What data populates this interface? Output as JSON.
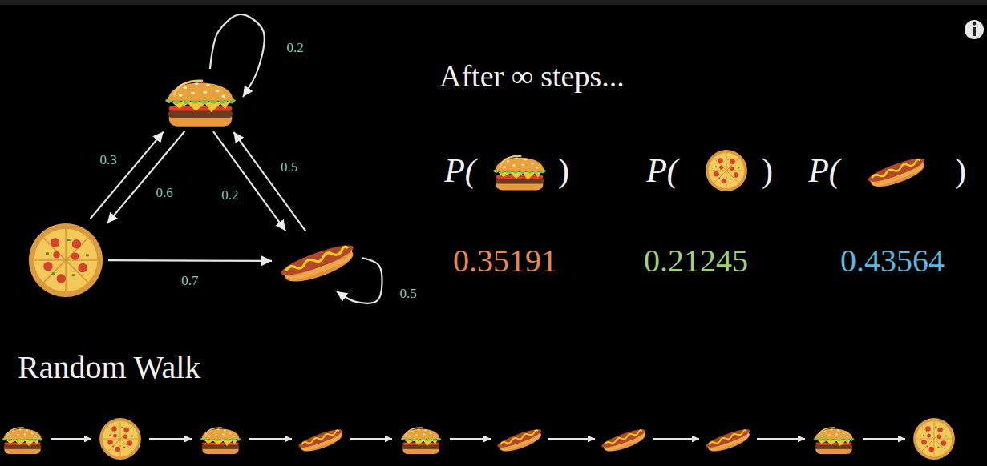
{
  "diagram": {
    "nodes": [
      {
        "text": []
      },
      {
        "text": []
      },
      {
        "text": []
      }
    ],
    "edges": [
      {
        "from": 0,
        "to": 0,
        "label": "0.2",
        "arrow": "to"
      },
      {
        "from": 1,
        "to": 0,
        "label": "0.3",
        "arrow": "to"
      },
      {
        "from": 0,
        "to": 1,
        "label": "0.6",
        "arrow": "to"
      },
      {
        "from": 0,
        "to": 2,
        "label": "0.2",
        "arrow": "to"
      },
      {
        "from": 2,
        "to": 0,
        "label": "0.5",
        "arrow": "to"
      },
      {
        "from": 1,
        "to": 2,
        "label": "0.7",
        "arrow": "to"
      },
      {
        "from": 2,
        "to": 2,
        "label": "0.5",
        "arrow": "to"
      }
    ],
    "labels": [
      "After ∞ steps...",
      "P(",
      ")",
      "P(",
      ")",
      "P(",
      ")",
      "0.35191",
      "0.21245",
      "0.43564",
      "Random Walk"
    ]
  }
}
